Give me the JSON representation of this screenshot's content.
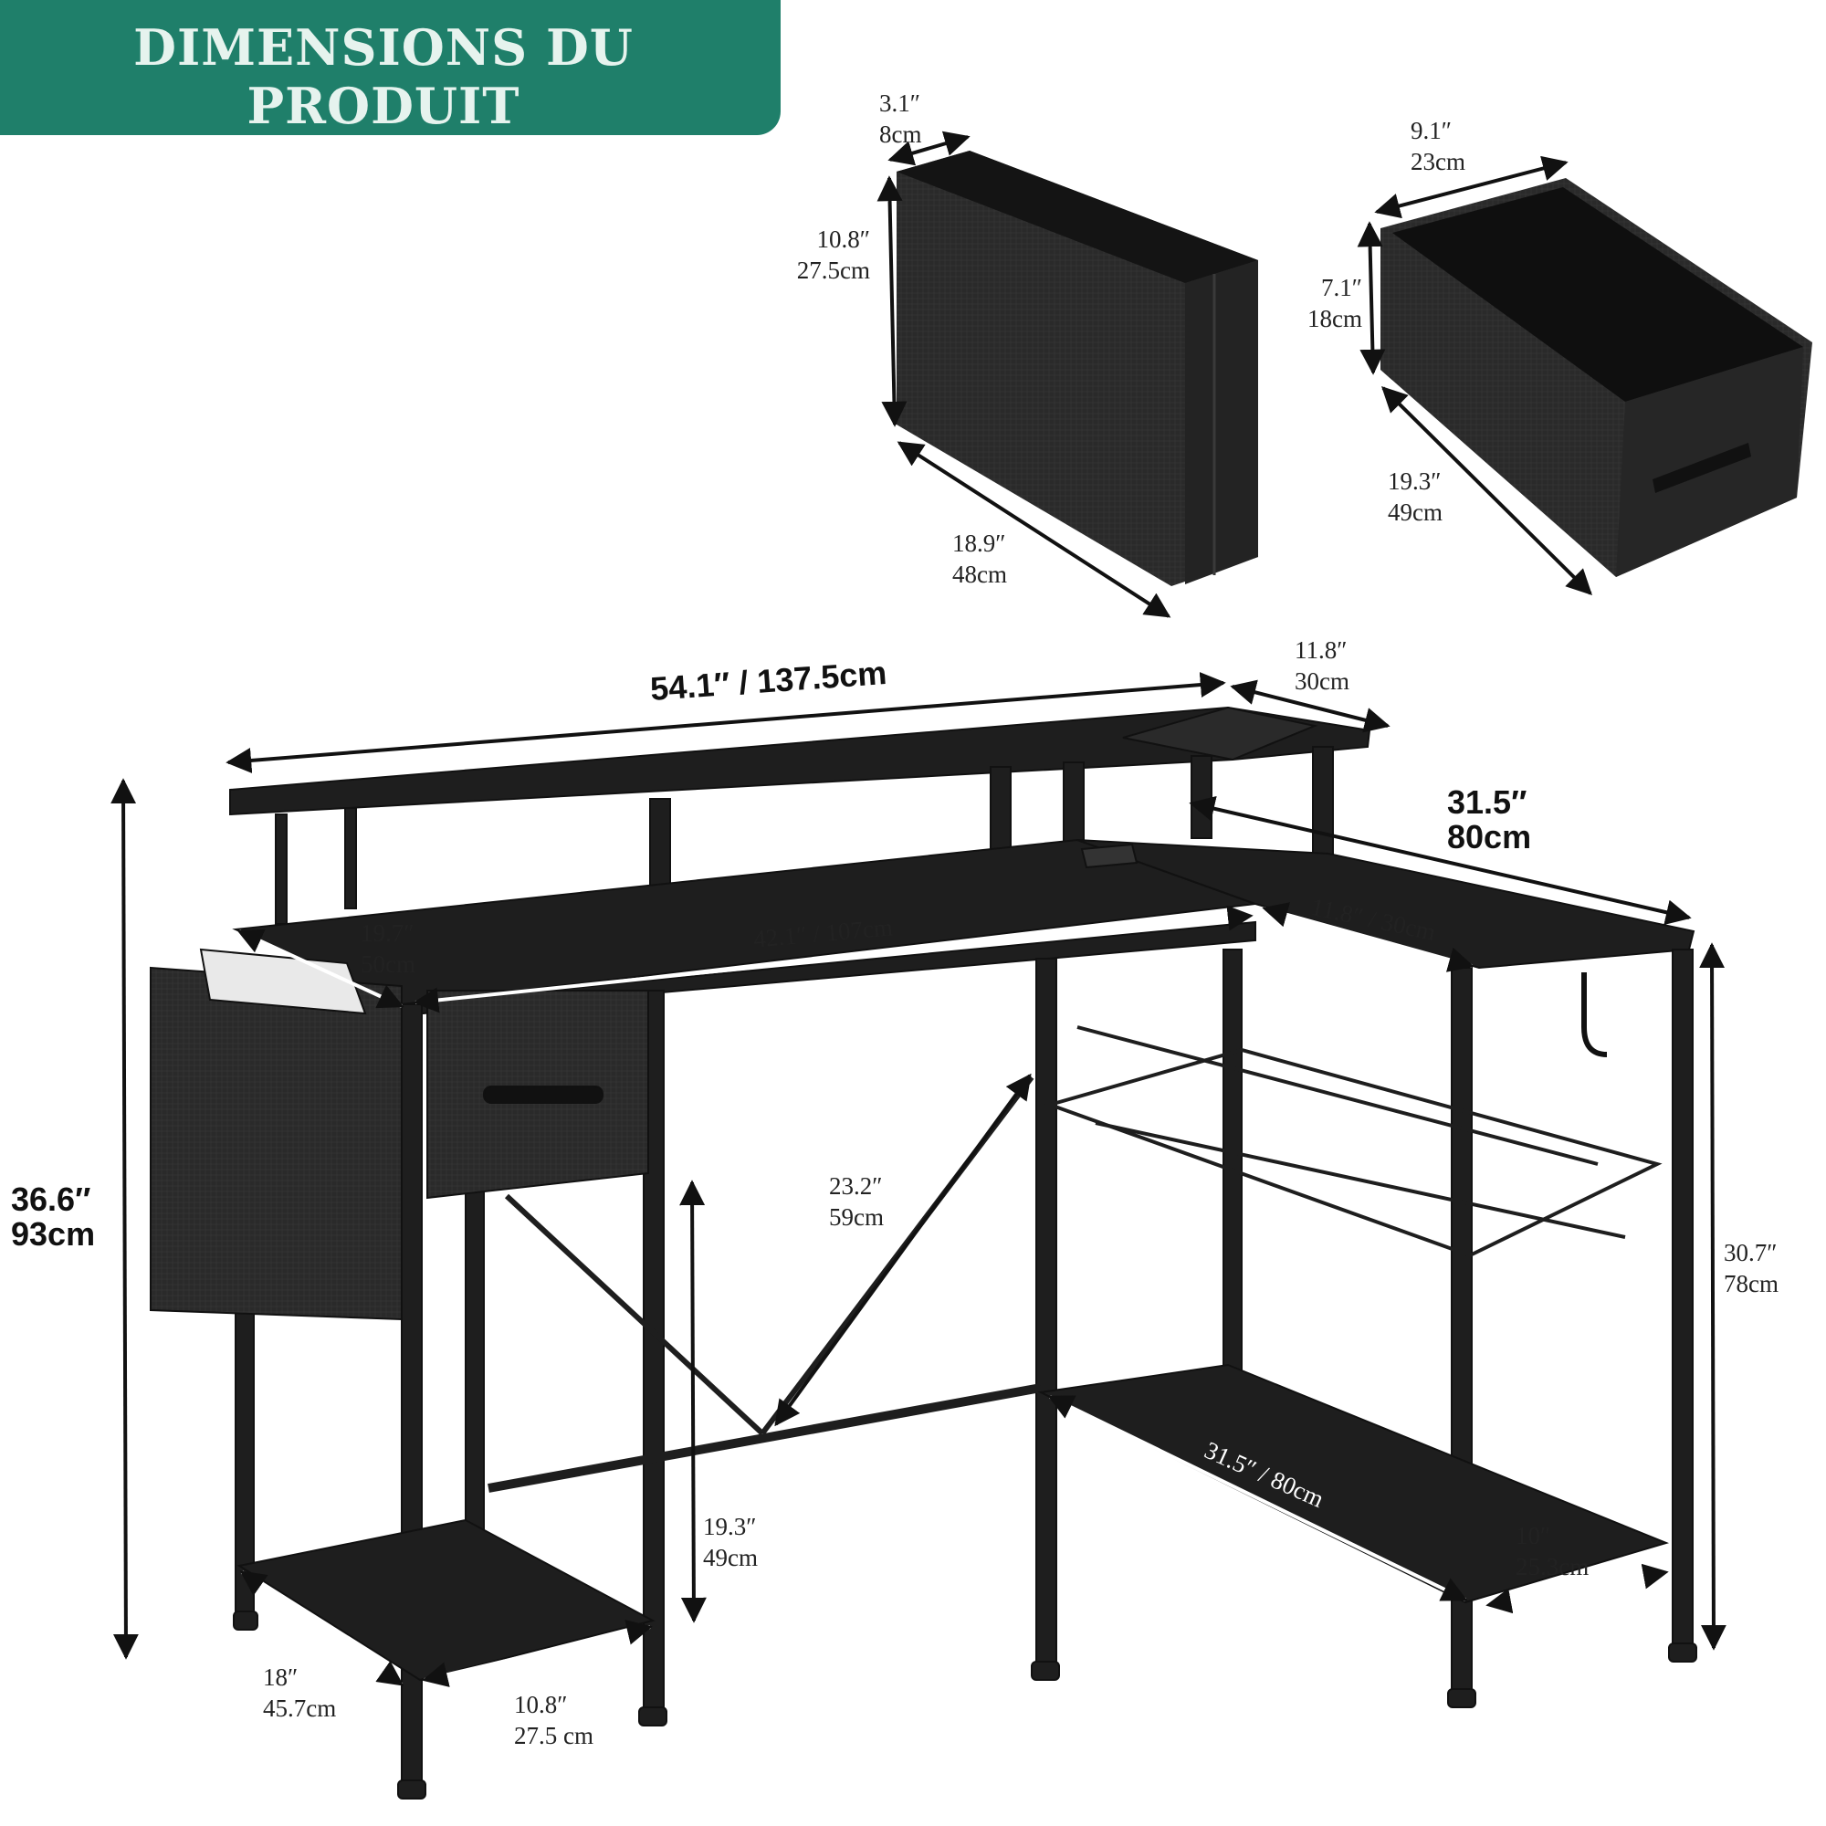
{
  "banner": {
    "line1": "DIMENSIONS DU",
    "line2": "PRODUIT"
  },
  "organizer": {
    "depth_in": "3.1″",
    "depth_cm": "8cm",
    "height_in": "10.8″",
    "height_cm": "27.5cm",
    "length_in": "18.9″",
    "length_cm": "48cm"
  },
  "storage_bin": {
    "width_in": "9.1″",
    "width_cm": "23cm",
    "height_in": "7.1″",
    "height_cm": "18cm",
    "length_in": "19.3″",
    "length_cm": "49cm"
  },
  "desk": {
    "total_width": "54.1″ / 137.5cm",
    "monitor_depth_in": "11.8″",
    "monitor_depth_cm": "30cm",
    "side_length_in": "31.5″",
    "side_length_cm": "80cm",
    "total_height_in": "36.6″",
    "total_height_cm": "93cm",
    "desk_depth_in": "19.7″",
    "desk_depth_cm": "50cm",
    "top_width": "42.1″ / 107cm",
    "side_width": "11.8″ / 30cm",
    "knee_height_in": "23.2″",
    "knee_height_cm": "59cm",
    "side_height_in": "30.7″",
    "side_height_cm": "78cm",
    "shelf_height_in": "19.3″",
    "shelf_height_cm": "49cm",
    "bottom_shelf_length": "31.5″ / 80cm",
    "bottom_shelf_depth_in": "10″",
    "bottom_shelf_depth_cm": "25.3cm",
    "leg_depth_in": "18″",
    "leg_depth_cm": "45.7cm",
    "leg_width_in": "10.8″",
    "leg_width_cm": "27.5 cm"
  },
  "colors": {
    "banner": "#1f7f6a",
    "banner_text": "#e6f3ee",
    "furniture": "#1e1e1e"
  }
}
